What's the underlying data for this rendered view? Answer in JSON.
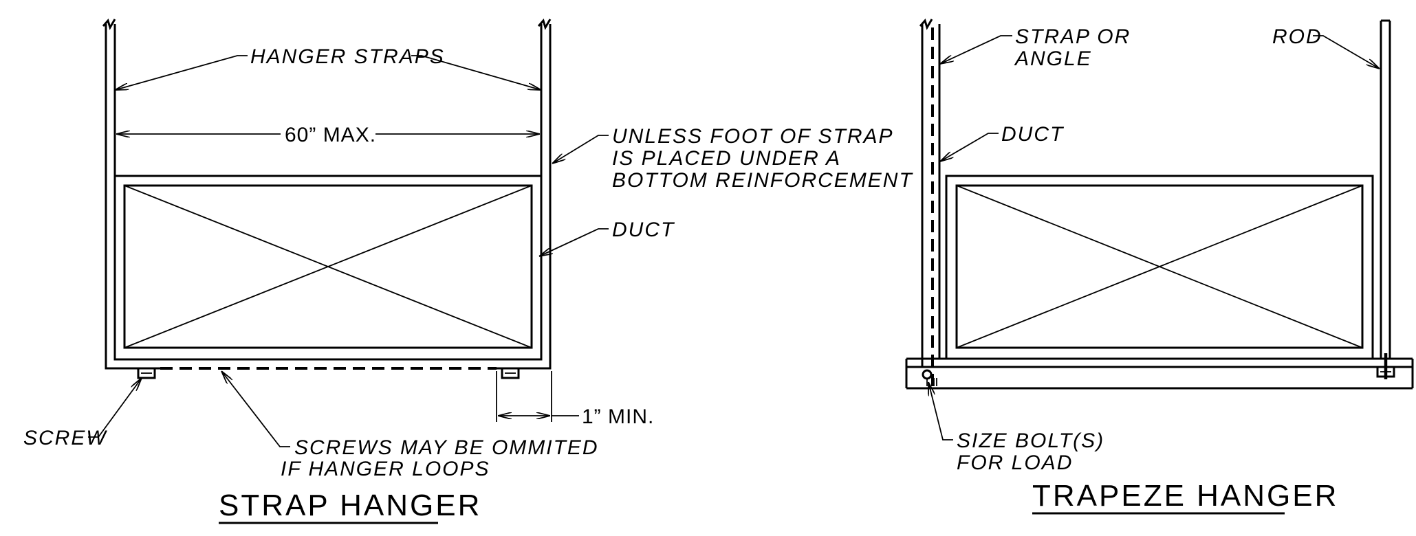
{
  "strap_hanger": {
    "title": "STRAP HANGER",
    "label_hanger_straps": "HANGER STRAPS",
    "label_max_span": "60” MAX.",
    "label_unless_1": "UNLESS FOOT OF STRAP",
    "label_unless_2": "IS PLACED UNDER A",
    "label_unless_3": "BOTTOM REINFORCEMENT",
    "label_duct": "DUCT",
    "label_screw": "SCREW",
    "label_screws_1": "SCREWS MAY BE OMMITED",
    "label_screws_2": "IF HANGER LOOPS",
    "label_min": "1” MIN."
  },
  "trapeze_hanger": {
    "title": "TRAPEZE HANGER",
    "label_strap_1": "STRAP OR",
    "label_strap_2": "ANGLE",
    "label_rod": "ROD",
    "label_duct": "DUCT",
    "label_bolt_1": "SIZE BOLT(S)",
    "label_bolt_2": "FOR LOAD"
  }
}
